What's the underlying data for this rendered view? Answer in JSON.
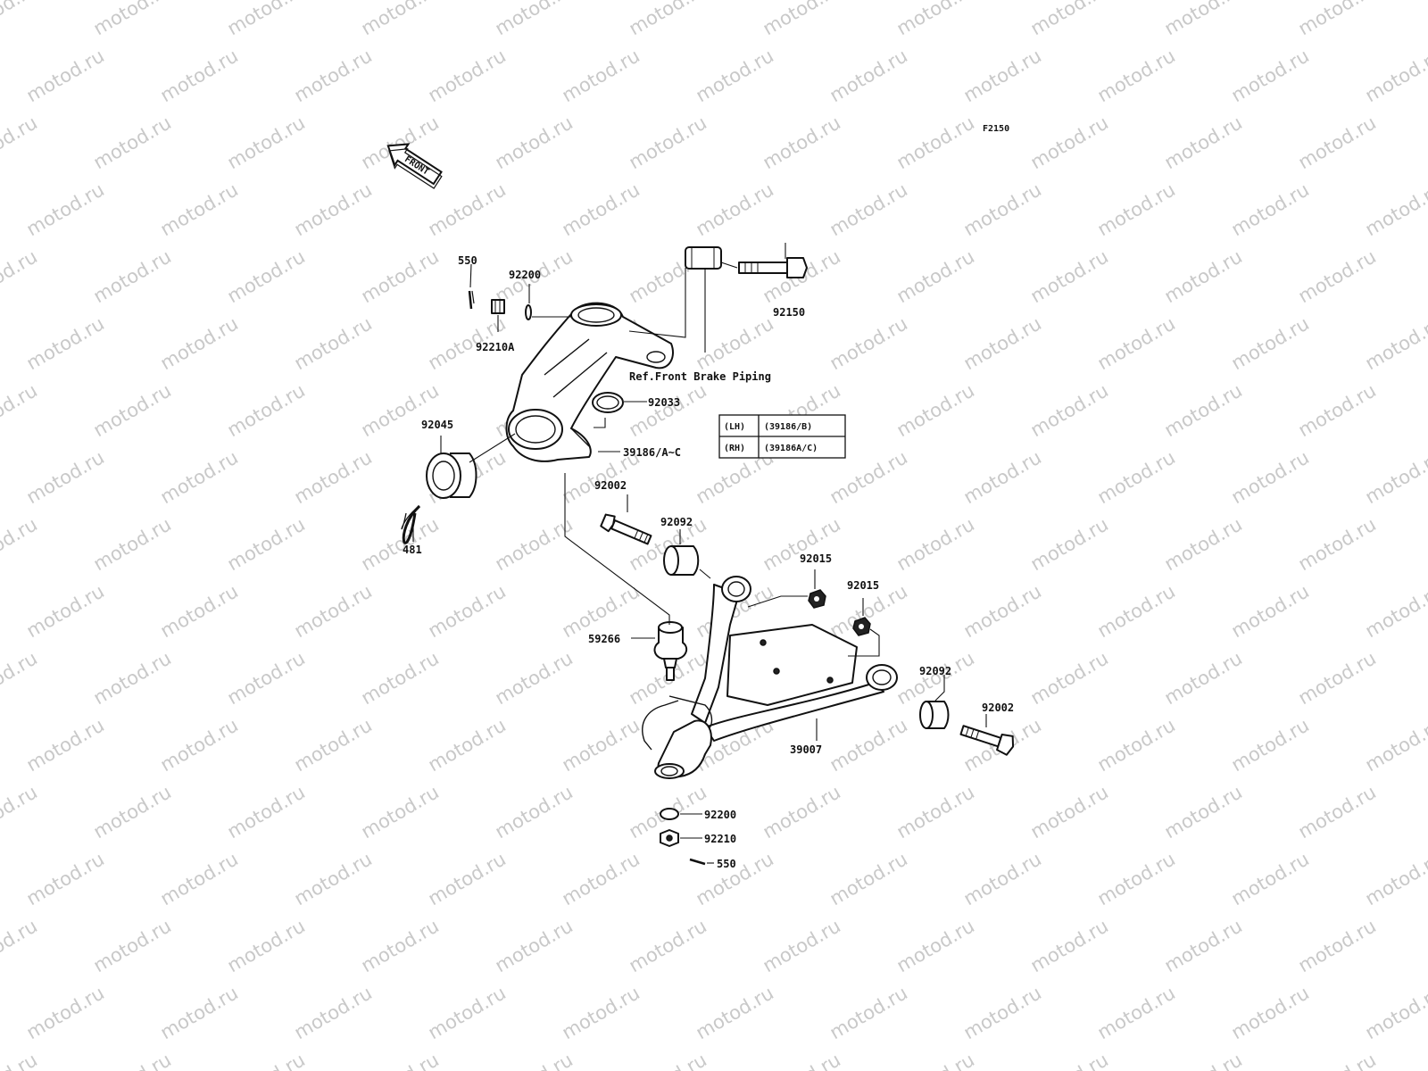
{
  "watermark": {
    "text": "motod.ru"
  },
  "figure_code": "F2150",
  "front_arrow": {
    "label": "FRONT",
    "icon": "front-direction-arrow-icon"
  },
  "reference_note": "Ref.Front Brake Piping",
  "variant_table": {
    "rows": [
      {
        "side": "(LH)",
        "part": "(39186/B)"
      },
      {
        "side": "(RH)",
        "part": "(39186A/C)"
      }
    ]
  },
  "callouts": [
    {
      "id": "cotter-pin-top",
      "number": "550"
    },
    {
      "id": "washer-top",
      "number": "92200"
    },
    {
      "id": "nut-top",
      "number": "92210A"
    },
    {
      "id": "bolt-caliper",
      "number": "92150"
    },
    {
      "id": "seal",
      "number": "92033"
    },
    {
      "id": "knuckle",
      "number": "39186/A~C"
    },
    {
      "id": "bearing",
      "number": "92045"
    },
    {
      "id": "circlip",
      "number": "481"
    },
    {
      "id": "bolt-upper",
      "number": "92002"
    },
    {
      "id": "bushing-upper",
      "number": "92092"
    },
    {
      "id": "nut-arm-a",
      "number": "92015"
    },
    {
      "id": "nut-arm-b",
      "number": "92015"
    },
    {
      "id": "ball-joint",
      "number": "59266"
    },
    {
      "id": "bushing-lower",
      "number": "92092"
    },
    {
      "id": "bolt-lower",
      "number": "92002"
    },
    {
      "id": "a-arm",
      "number": "39007"
    },
    {
      "id": "washer-bottom",
      "number": "92200"
    },
    {
      "id": "nut-bottom",
      "number": "92210"
    },
    {
      "id": "cotter-pin-bottom",
      "number": "550"
    }
  ]
}
